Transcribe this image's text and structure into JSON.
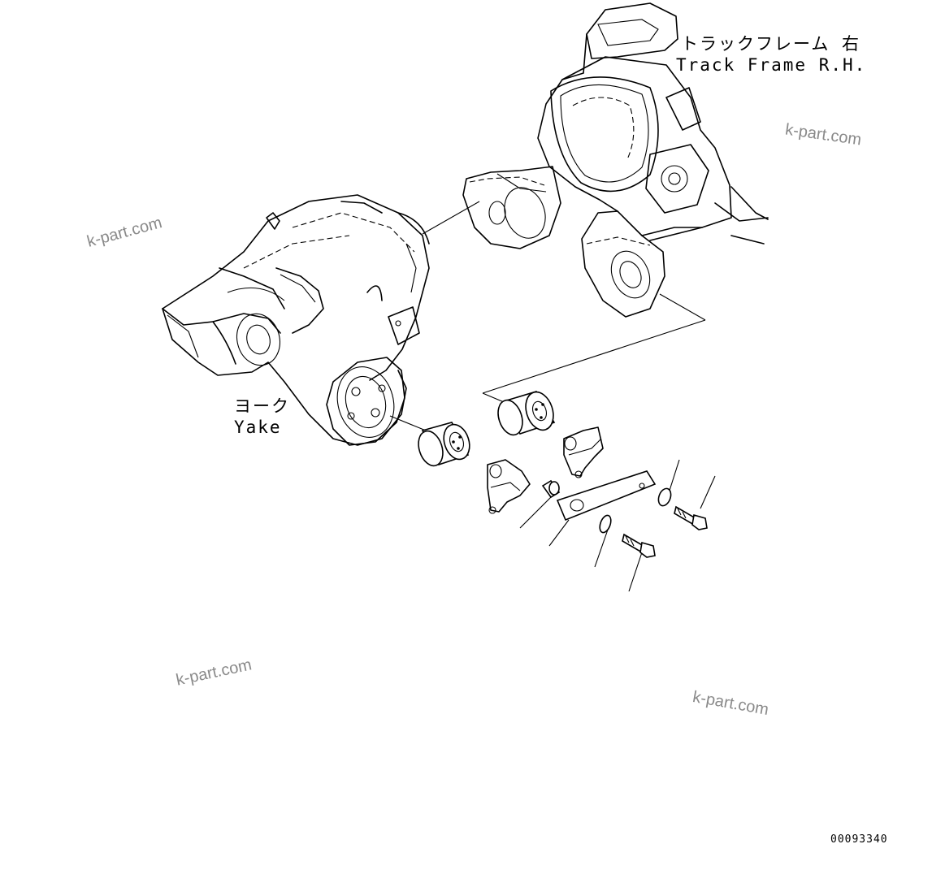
{
  "labels": {
    "track_frame_jp": "トラックフレーム 右",
    "track_frame_en": "Track Frame R.H.",
    "yoke_jp": "ヨーク",
    "yoke_en": "Yake"
  },
  "watermark": "k-part.com",
  "drawing_code": "00093340"
}
